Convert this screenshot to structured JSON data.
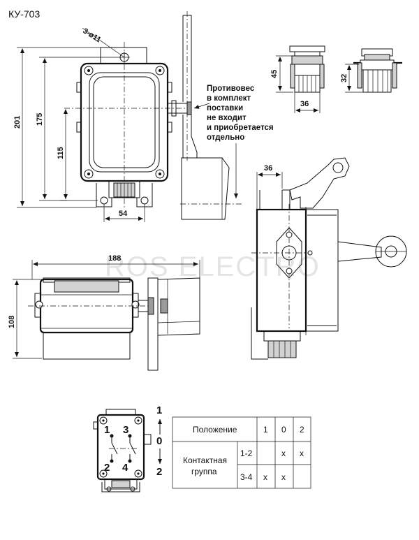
{
  "title": "КУ-703",
  "watermark": "ROS ELECTRO",
  "dimensions": {
    "hole": "3-ø11",
    "overall_height": "201",
    "height_175": "175",
    "height_115": "115",
    "width_54": "54",
    "gland_height": "45",
    "gland_width": "36",
    "gland_side_height": "32",
    "lever_offset": "36",
    "length_188": "188",
    "depth_108": "108"
  },
  "note_lines": [
    "Противовес",
    "в комплект",
    "поставки",
    "не входит",
    "и приобретается",
    "отдельно"
  ],
  "schematic": {
    "positions": [
      "1",
      "0",
      "2"
    ],
    "contacts": [
      "1",
      "3",
      "2",
      "4"
    ]
  },
  "table": {
    "header_label": "Положение",
    "columns": [
      "1",
      "0",
      "2"
    ],
    "group_label_line1": "Контактная",
    "group_label_line2": "группа",
    "rows": [
      {
        "label": "1-2",
        "cells": [
          "",
          "x",
          "x"
        ]
      },
      {
        "label": "3-4",
        "cells": [
          "x",
          "x",
          ""
        ]
      }
    ]
  }
}
